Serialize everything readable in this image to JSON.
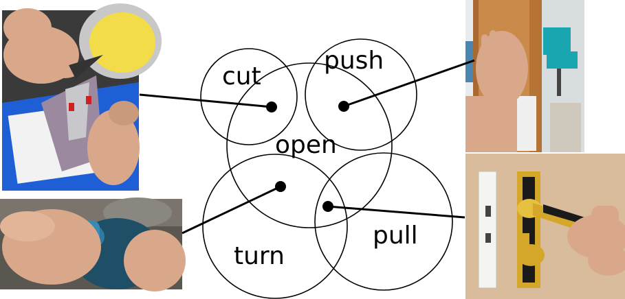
{
  "labels": {
    "center": "open",
    "cut": "cut",
    "push": "push",
    "turn": "turn",
    "pull": "pull"
  },
  "photos": [
    {
      "name": "cut-photo",
      "depicts": "hands cutting open a food package with scissors",
      "icon": "cut-photo-icon"
    },
    {
      "name": "push-photo",
      "depicts": "hand pushing a door open",
      "icon": "push-photo-icon"
    },
    {
      "name": "turn-photo",
      "depicts": "hands twisting a bottle cap",
      "icon": "turn-photo-icon"
    },
    {
      "name": "pull-photo",
      "depicts": "hand pulling a door lever handle",
      "icon": "pull-photo-icon"
    }
  ],
  "colors": {
    "stroke": "#000000",
    "background": "#ffffff",
    "door_wood": "#c98a4a",
    "skin": "#d9a88a",
    "brass": "#d4a62a",
    "blue_tray": "#1e5fd6",
    "egg_yellow": "#f2dc4a",
    "bottle_blue": "#2a6a8a"
  }
}
